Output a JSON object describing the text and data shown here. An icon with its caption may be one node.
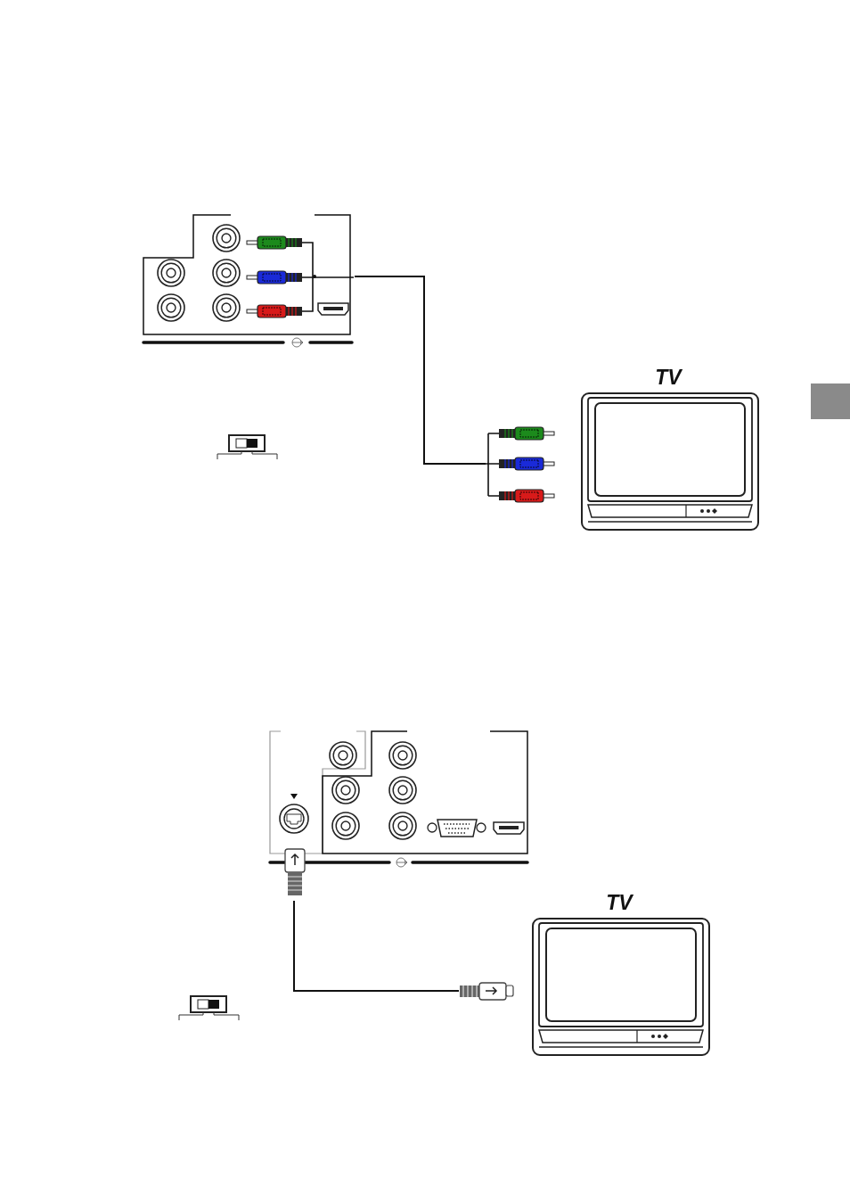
{
  "diagram": {
    "nodes": [
      {
        "text": [],
        "shape": "picture"
      },
      {
        "text": [],
        "shape": "picture"
      },
      {
        "text": [
          "TV"
        ]
      },
      {
        "text": [],
        "shape": "picture"
      },
      {
        "text": [],
        "shape": "picture"
      },
      {
        "text": [
          "TV"
        ]
      }
    ],
    "edges": [
      {
        "from": 0,
        "to": 1,
        "arrow": "none"
      },
      {
        "from": 3,
        "to": 4,
        "arrow": "none"
      }
    ]
  }
}
